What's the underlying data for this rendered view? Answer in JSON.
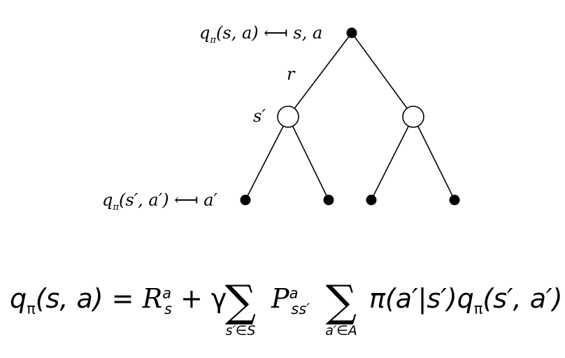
{
  "tree": {
    "root_label_q": "q",
    "root_label_pi": "π",
    "root_label_args": "(s, a) ⟻ s, a",
    "edge_label": "r",
    "state_label": "s′",
    "leaf_label_q": "q",
    "leaf_label_pi": "π",
    "leaf_label_args": "(s′, a′) ⟻ a′"
  },
  "equation": {
    "lhs_q": "q",
    "lhs_pi": "π",
    "lhs_args": "(s, a) = ",
    "reward": "R",
    "reward_sup": "a",
    "reward_sub": "s",
    "plus_gamma": " + γ",
    "sum1_index": "s′∈S",
    "trans": "P",
    "trans_sup": "a",
    "trans_sub": "ss′",
    "sum2_index": "a′∈A",
    "policy_term": "π(a′|s′)",
    "rhs_q": "q",
    "rhs_pi": "π",
    "rhs_args": "(s′, a′)",
    "sigma": "∑"
  }
}
